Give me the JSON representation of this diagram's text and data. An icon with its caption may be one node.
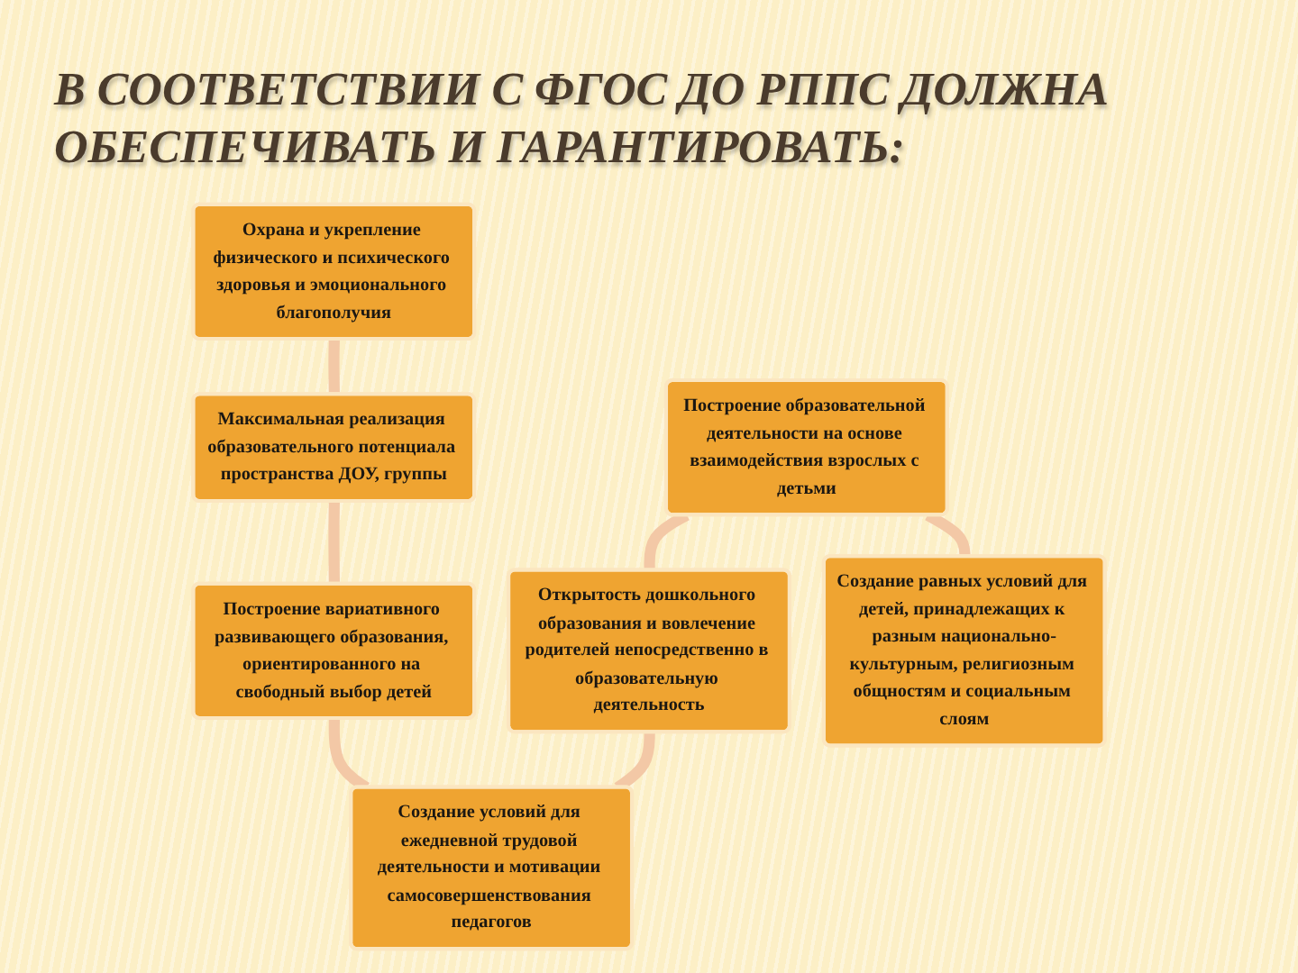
{
  "diagram": {
    "title": "В СООТВЕТСТВИИ С ФГОС ДО РППС ДОЛЖНА ОБЕСПЕЧИВАТЬ И ГАРАНТИРОВАТЬ:",
    "nodes": [
      {
        "text": [
          "Охрана и укрепление физического и психического здоровья и эмоционального благополучия"
        ]
      },
      {
        "text": [
          "Максимальная реализация образовательного потенциала пространства ДОУ, группы"
        ]
      },
      {
        "text": [
          "Построение вариативного развивающего образования, ориентированного на свободный выбор детей"
        ]
      },
      {
        "text": [
          "Построение образовательной деятельности на основе взаимодействия взрослых с детьми"
        ]
      },
      {
        "text": [
          "Открытость дошкольного образования и вовлечение родителей непосредственно в образовательную деятельность"
        ]
      },
      {
        "text": [
          "Создание условий для ежедневной трудовой деятельности и мотивации самосовершенствования педагогов"
        ]
      },
      {
        "text": [
          "Создание равных условий для детей, принадлежащих к разным национально-культурным, религиозным общностям и социальным слоям"
        ]
      }
    ],
    "edges": [
      {
        "from": 0,
        "to": 1,
        "arrow": "none"
      },
      {
        "from": 1,
        "to": 2,
        "arrow": "none"
      },
      {
        "from": 2,
        "to": 5,
        "arrow": "none"
      },
      {
        "from": 4,
        "to": 5,
        "arrow": "none"
      },
      {
        "from": 3,
        "to": 4,
        "arrow": "none"
      },
      {
        "from": 3,
        "to": 6,
        "arrow": "none"
      }
    ]
  }
}
